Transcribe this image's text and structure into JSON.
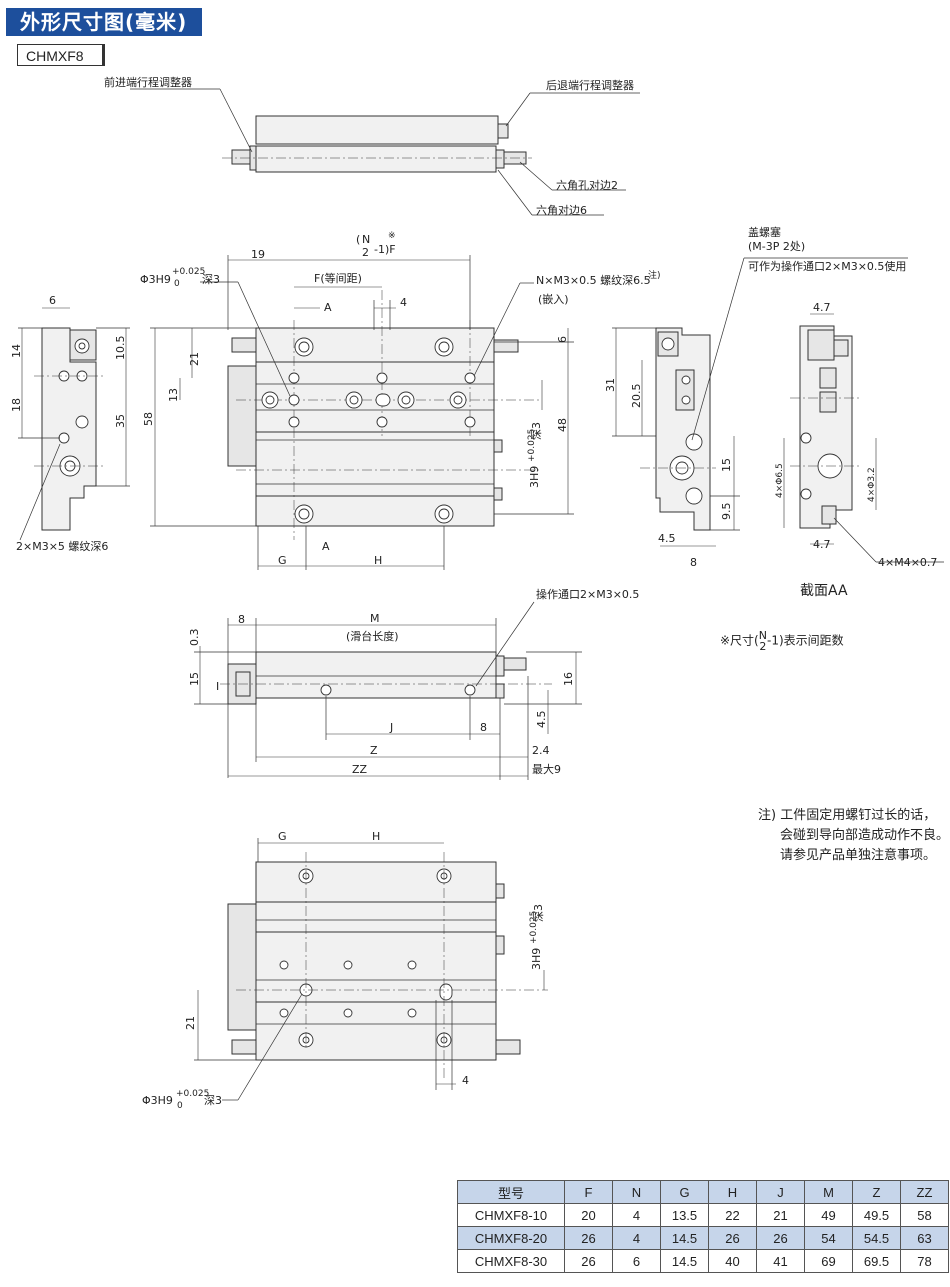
{
  "header": {
    "title": "外形尺寸图(毫米)",
    "model": "CHMXF8"
  },
  "callouts": {
    "front_adjuster": "前进端行程调整器",
    "rear_adjuster": "后退端行程调整器",
    "hex_hole": "六角孔对边2",
    "hex_flat": "六角对边6",
    "pin_hole_top": "Φ3H9",
    "pin_tol": "+0.025",
    "pin_tol_low": "0",
    "pin_depth": "深3",
    "screw_n": "N×M3×0.5 螺纹深6.5",
    "note_mark": "注)",
    "embed": "(嵌入)",
    "plug": "盖螺塞",
    "plug_count": "(M-3P  2处)",
    "plug_use": "可作为操作通口2×M3×0.5使用",
    "screw_left": "2×M3×5 螺纹深6",
    "port": "操作通口2×M3×0.5",
    "screw_m4": "4×M4×0.7",
    "hole_65": "4×Φ6.5",
    "hole_32": "4×Φ3.2",
    "side_pin": "3H9",
    "side_depth": "深3",
    "bottom_pin": "Φ3H9",
    "bottom_depth": "深3",
    "stroke_label_top": "N",
    "stroke_label_bot": "2",
    "stroke_label_suffix": "-1)F",
    "stroke_open": "(",
    "ref_mark": "※",
    "f_label": "F(等间距)",
    "slide_len": "(滑台长度)",
    "max9": "最大9"
  },
  "dimensions": {
    "top_front": [
      "19",
      "6",
      "4",
      "A",
      "A",
      "14",
      "10.5",
      "18",
      "35",
      "21",
      "13",
      "58",
      "6",
      "48",
      "G",
      "H"
    ],
    "side": [
      "31",
      "20.5",
      "15",
      "9.5",
      "4.5",
      "8",
      "4.7",
      "4.7"
    ],
    "lower": [
      "8",
      "M",
      "0.3",
      "15",
      "I",
      "16",
      "J",
      "8",
      "4.5",
      "Z",
      "2.4",
      "ZZ"
    ],
    "bottom": [
      "G",
      "H",
      "21",
      "4"
    ]
  },
  "section_label": "截面AA",
  "ref_note": {
    "prefix": "※尺寸(",
    "frac_top": "N",
    "frac_bot": "2",
    "suffix": "-1)表示间距数"
  },
  "notes": [
    "注) 工件固定用螺钉过长的话，",
    "会碰到导向部造成动作不良。",
    "请参见产品单独注意事项。"
  ],
  "table": {
    "headers": [
      "型号",
      "F",
      "N",
      "G",
      "H",
      "J",
      "M",
      "Z",
      "ZZ"
    ],
    "rows": [
      [
        "CHMXF8-10",
        "20",
        "4",
        "13.5",
        "22",
        "21",
        "49",
        "49.5",
        "58"
      ],
      [
        "CHMXF8-20",
        "26",
        "4",
        "14.5",
        "26",
        "26",
        "54",
        "54.5",
        "63"
      ],
      [
        "CHMXF8-30",
        "26",
        "6",
        "14.5",
        "40",
        "41",
        "69",
        "69.5",
        "78"
      ]
    ]
  }
}
